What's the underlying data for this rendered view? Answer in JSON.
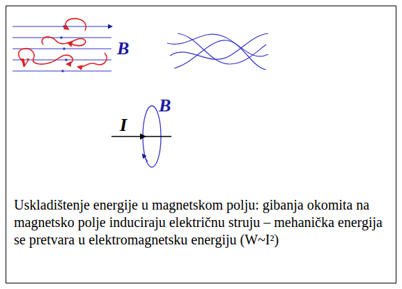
{
  "diagram": {
    "labels": [
      "v",
      "B",
      "B",
      "I",
      "Uskladištenje energije u magnetskom polju: gibanja okomita na magnetsko polje induciraju električnu struju – mehanička energija se pretvara u elektromagnetsku energiju (W~I²)"
    ]
  }
}
